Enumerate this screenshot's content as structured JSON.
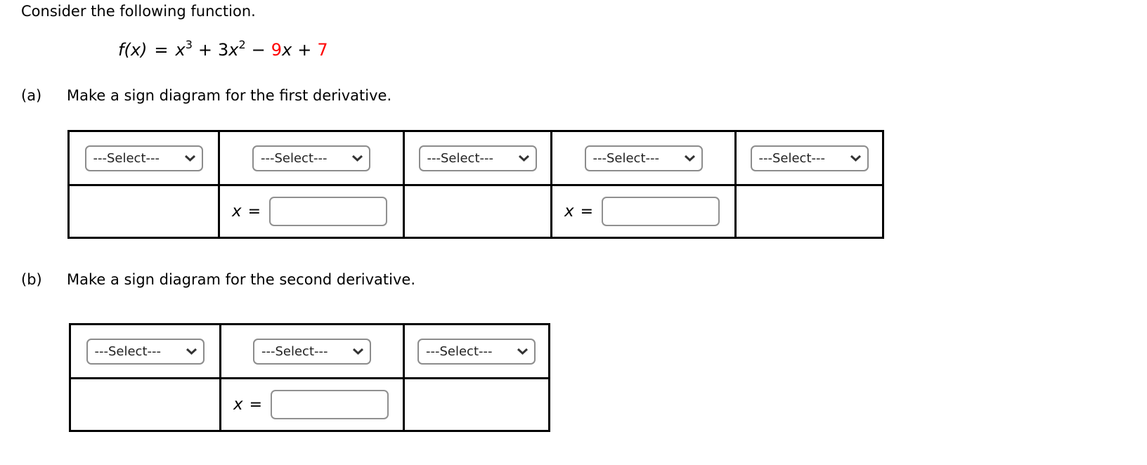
{
  "intro": "Consider the following function.",
  "formula": {
    "lhs": "f(x)",
    "equals": "=",
    "term1_base": "x",
    "term1_exponent": "3",
    "operator1": "+",
    "term2_coefficient": "3",
    "term2_base": "x",
    "term2_exponent": "2",
    "operator2": "−",
    "term3_coefficient": "9",
    "term3_variable": "x",
    "operator3": "+",
    "term4_constant": "7"
  },
  "parts": {
    "a": {
      "label": "(a)",
      "prompt": "Make a sign diagram for the first derivative."
    },
    "b": {
      "label": "(b)",
      "prompt": "Make a sign diagram for the second derivative."
    }
  },
  "controls": {
    "select_placeholder": "---Select---",
    "x_label": "x",
    "equals_label": "=",
    "input_value": ""
  },
  "colors": {
    "randomized_value_red": "#ff0000",
    "text": "#000000",
    "table_border": "#000000",
    "control_border": "#8c8c8c"
  }
}
